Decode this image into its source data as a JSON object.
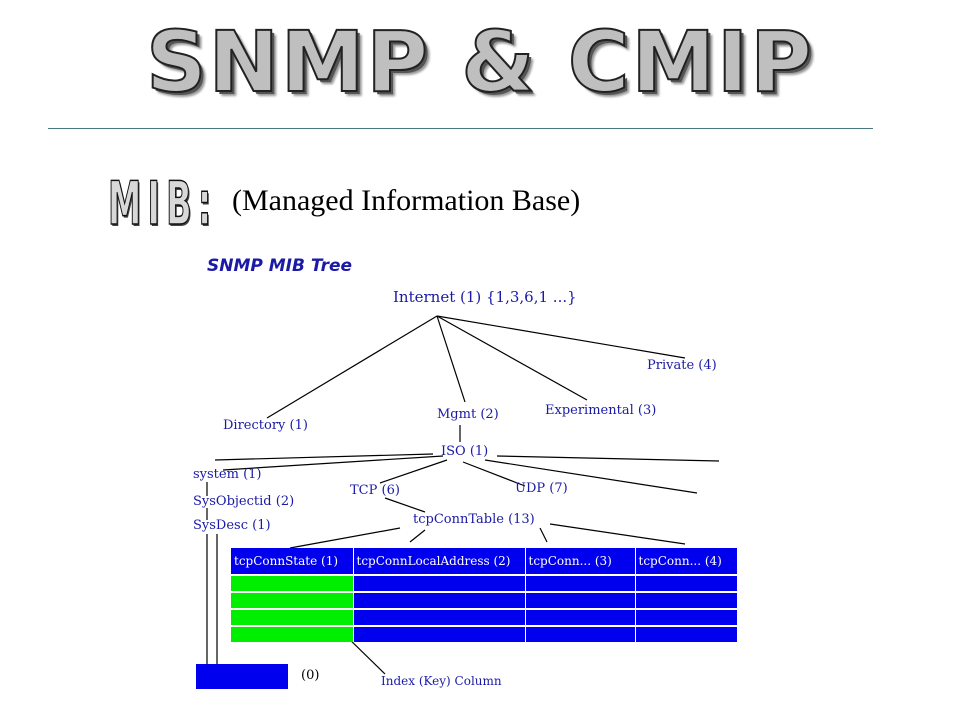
{
  "slide": {
    "title": "SNMP & CMIP",
    "section_label": "MIB:",
    "subtitle": "(Managed Information Base)"
  },
  "diagram": {
    "title": "SNMP MIB Tree",
    "nodes": {
      "internet": "Internet (1) {1,3,6,1 ...}",
      "private": "Private (4)",
      "directory": "Directory (1)",
      "mgmt": "Mgmt (2)",
      "experimental": "Experimental (3)",
      "iso": "ISO (1)",
      "system": "system (1)",
      "sysobjectid": "SysObjectid (2)",
      "sysdesc": "SysDesc (1)",
      "tcp": "TCP (6)",
      "udp": "UDP (7)",
      "tcpconntable": "tcpConnTable (13)"
    },
    "table": {
      "columns": [
        "tcpConnState (1)",
        "tcpConnLocalAddress (2)",
        "tcpConn... (3)",
        "tcpConn... (4)"
      ],
      "row_count": 4
    },
    "index_value": "(0)",
    "index_caption": "Index (Key) Column"
  },
  "colors": {
    "label_text": "#1a1aa6",
    "table_fill": "#0000ee",
    "key_column_fill": "#00ee00"
  }
}
